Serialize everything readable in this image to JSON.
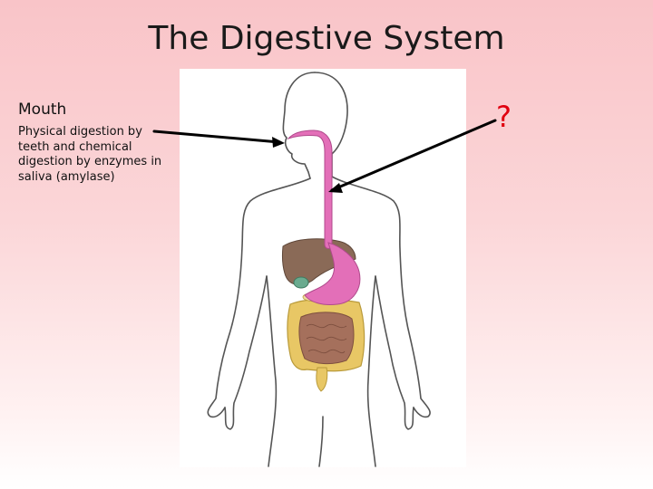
{
  "slide": {
    "title": "The Digestive System",
    "mouth_heading": "Mouth",
    "mouth_description": "Physical digestion by teeth and chemical digestion by enzymes in saliva (amylase)",
    "unknown_label": "?"
  },
  "colors": {
    "background_top": "#f9c4c8",
    "question_mark": "#e0000f",
    "esophagus_stomach": "#e36fb8",
    "liver": "#8a6a57",
    "large_intestine": "#e8c765",
    "small_intestine": "#a5705c",
    "gallbladder": "#6aab8f"
  }
}
